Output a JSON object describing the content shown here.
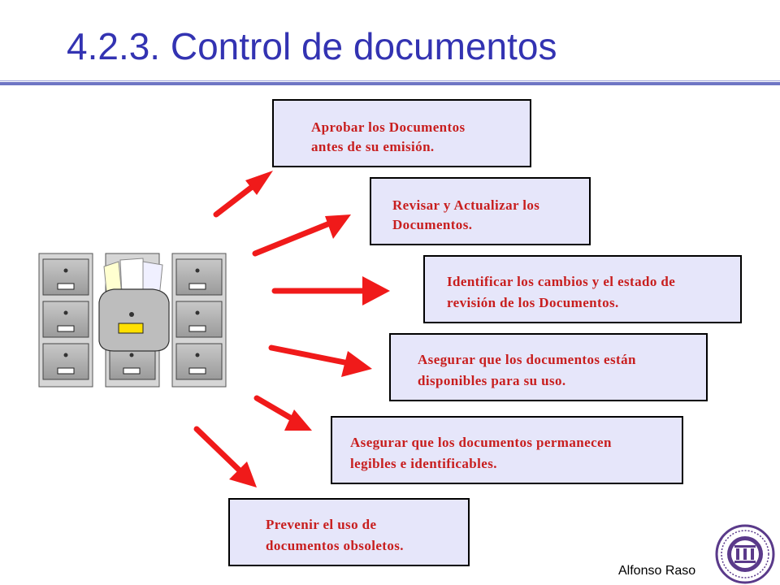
{
  "slide": {
    "title": "4.2.3. Control de documentos",
    "author": "Alfonso Raso"
  },
  "items": [
    {
      "text": "Aprobar los Documentos\nantes de su emisión."
    },
    {
      "text": "Revisar y Actualizar los\nDocumentos."
    },
    {
      "text": "Identificar los cambios y el estado de\nrevisión de los Documentos."
    },
    {
      "text": "Asegurar que los documentos están\ndisponibles para su uso."
    },
    {
      "text": "Asegurar que los documentos permanecen\nlegibles e identificables."
    },
    {
      "text": "Prevenir el uso de\ndocumentos obsoletos."
    }
  ],
  "colors": {
    "title": "#3333b2",
    "box_fill": "#e6e6fa",
    "box_text": "#c81e1e",
    "arrow": "#f01a1a"
  },
  "icons": [
    "filing-cabinet-icon",
    "arrow-icon",
    "university-seal-icon"
  ]
}
